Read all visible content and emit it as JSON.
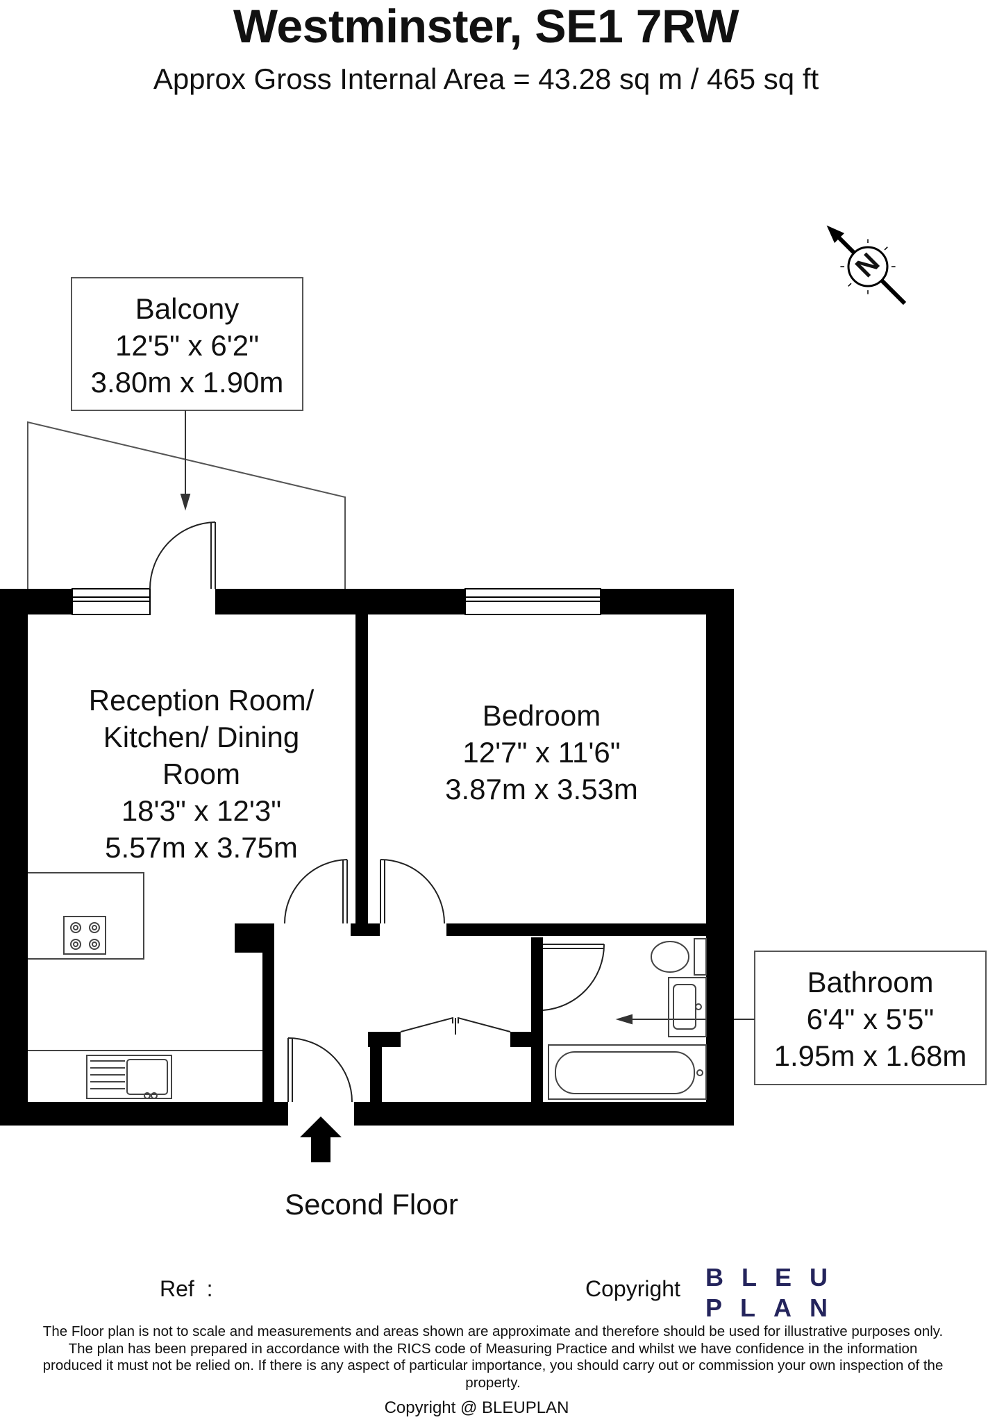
{
  "header": {
    "title": "Westminster, SE1 7RW",
    "subtitle": "Approx Gross Internal Area = 43.28 sq m / 465 sq ft"
  },
  "rooms": {
    "balcony": {
      "name": "Balcony",
      "imperial": "12'5\" x 6'2\"",
      "metric": "3.80m x 1.90m"
    },
    "reception": {
      "line1": "Reception Room/",
      "line2": "Kitchen/ Dining",
      "line3": "Room",
      "imperial": "18'3\" x 12'3\"",
      "metric": "5.57m x 3.75m"
    },
    "bedroom": {
      "name": "Bedroom",
      "imperial": "12'7\" x 11'6\"",
      "metric": "3.87m x 3.53m"
    },
    "bathroom": {
      "name": "Bathroom",
      "imperial": "6'4\" x 5'5\"",
      "metric": "1.95m x 1.68m"
    }
  },
  "floor_label": "Second Floor",
  "compass": {
    "letter": "N",
    "icon": "north-compass-icon"
  },
  "footer": {
    "ref_label": "Ref  :",
    "copyright_label": "Copyright",
    "brand_line1": "BLEU",
    "brand_line2": "PLAN",
    "brand_color": "#24245c",
    "disclaimer": "The Floor plan is not to scale and measurements and areas shown are approximate and therefore should be used for illustrative purposes only. The plan has been prepared in accordance with the RICS code of Measuring Practice and whilst we have confidence in the information produced it must not be relied on. If there is any aspect of particular importance, you should carry out or commission your own inspection of the property.",
    "copyright_line": "Copyright @ BLEUPLAN"
  },
  "colors": {
    "wall": "#000000",
    "line": "#444444",
    "background": "#ffffff"
  }
}
